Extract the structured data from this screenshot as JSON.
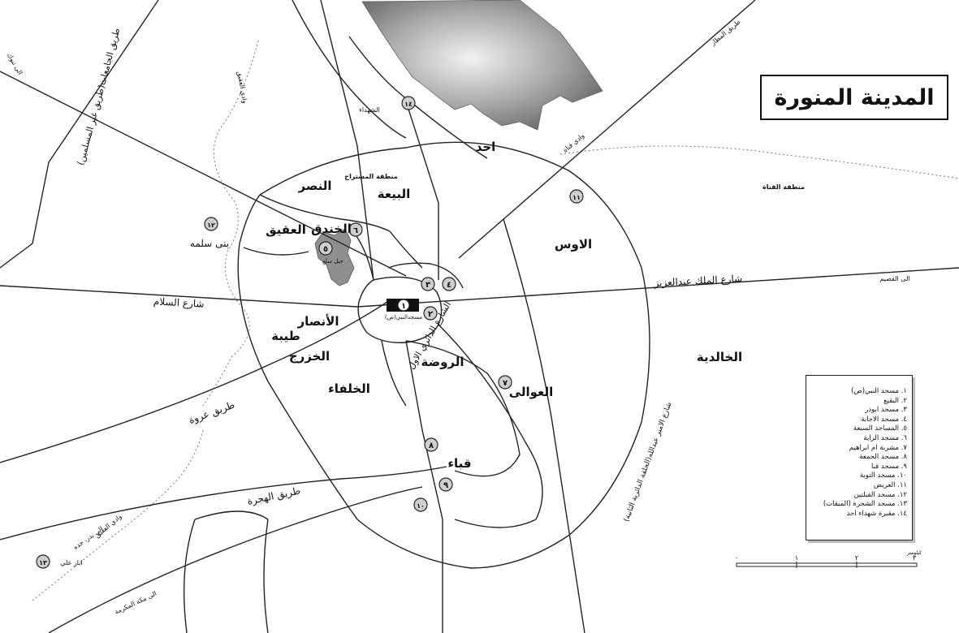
{
  "title": "المدينة المنورة",
  "legend": [
    "١. مسجد النبي(ص)",
    "٢. البقيع",
    "٣. مسجد ابوذر",
    "٤. مسجد الاجابة",
    "٥. المساجد السبعة",
    "٦. مسجد الراية",
    "٧. مشربة ام ابراهيم",
    "٨. مسجد الجمعة",
    "٩. مسجد قبا",
    "١٠. مسجد التوبة",
    "١١. العريض",
    "١٢. مسجد القبلتين",
    "١٣. مسجد الشجرة (الميقات)",
    "١٤. مقبرة شهداء احد"
  ],
  "districts": {
    "uhud": "احد",
    "nasr": "النصر",
    "bayah": "البيعة",
    "khandaq": "الخندق",
    "aqiq": "العقيق",
    "aws": "الاوس",
    "ansar": "الأنصار",
    "tayba": "طيبة",
    "khazraj": "الخزرج",
    "rawda": "الروضة",
    "awali": "العوالى",
    "khulafa": "الخلفاء",
    "quba": "قباء",
    "khalidiya": "الخالدية",
    "bani_salma": "بنى سلمه",
    "shuhada": "الشهداء"
  },
  "areas": {
    "qanat": "منطقة القناة",
    "mustarah": "منطقة المستراح"
  },
  "roads": {
    "king_abdulaziz": "شارع الملك عبدالعزيز",
    "salam": "شارع السلام",
    "first_ring": "الشارع الدائري الاول",
    "second_ring": "شارع الامير عبدالله(الحلقة الدائرية الثانية)",
    "urwa": "طريق عروة",
    "hijra": "طريق الهجرة",
    "universities": "طريق الجامعات(طريق غير المسلمين)",
    "airport": "طريق المطار"
  },
  "destinations": {
    "qassim": "الى القصيم",
    "tabuk": "الى تبوك",
    "mecca": "الى مكة المكرمة",
    "badr_jeddah": "الى بدر، جده",
    "abyar_ali": "ابار علي"
  },
  "wadis": {
    "aqiq": "وادي العقيق",
    "qanat": "وادي قناة",
    "aqiq_south": "وادي العقيق"
  },
  "landmarks": {
    "prophet_mosque": "مسجدالنبي(ص)",
    "sal_mountain": "جبل سلع"
  },
  "markers": {
    "m1": "١",
    "m2": "٢",
    "m3": "٣",
    "m4": "٤",
    "m5": "٥",
    "m6": "٦",
    "m7": "٧",
    "m8": "٨",
    "m9": "٩",
    "m10": "١٠",
    "m11": "١١",
    "m12": "١٢",
    "m13": "١٣",
    "m14": "١٤"
  },
  "scale": {
    "unit": "كيلومتر",
    "ticks": [
      "٠",
      "١",
      "٢",
      "٣"
    ]
  },
  "colors": {
    "roads": "#222222",
    "mountain": "#9a9a9a",
    "marker_fill": "#cfcfcf"
  }
}
